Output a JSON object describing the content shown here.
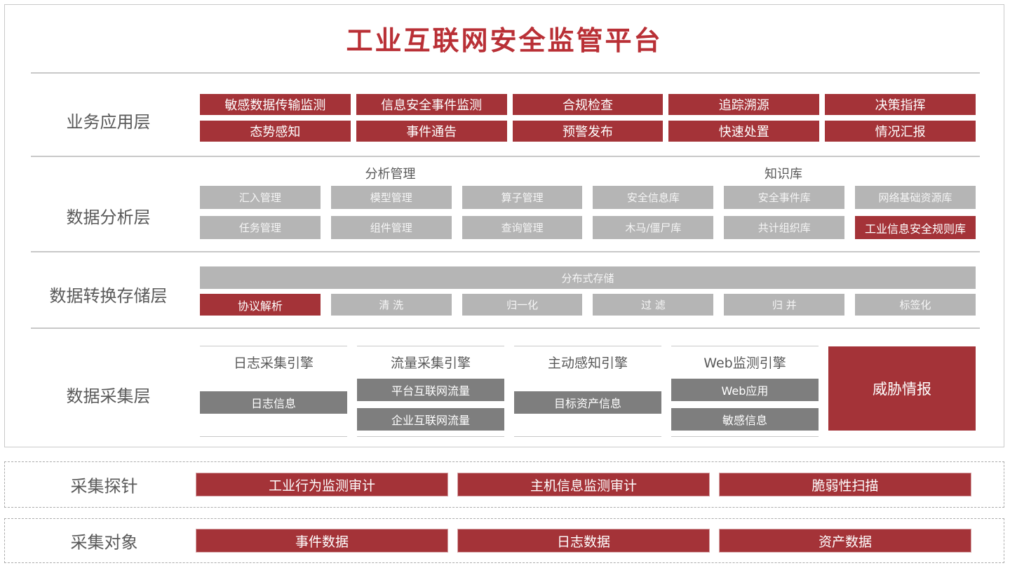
{
  "title": "工业互联网安全监管平台",
  "colors": {
    "accent_red": "#a43338",
    "title_red": "#b93036",
    "light_gray": "#b5b5b5",
    "dark_gray": "#7e7e7e",
    "label_gray": "#595959",
    "divider_gray": "#c8c8c8"
  },
  "app_layer": {
    "label": "业务应用层",
    "row1": [
      "敏感数据传输监测",
      "信息安全事件监测",
      "合规检查",
      "追踪溯源",
      "决策指挥"
    ],
    "row2": [
      "态势感知",
      "事件通告",
      "预警发布",
      "快速处置",
      "情况汇报"
    ]
  },
  "analysis_layer": {
    "label": "数据分析层",
    "group1": "分析管理",
    "group2": "知识库",
    "row1": [
      "汇入管理",
      "模型管理",
      "算子管理",
      "安全信息库",
      "安全事件库",
      "网络基础资源库"
    ],
    "row2": [
      "任务管理",
      "组件管理",
      "查询管理",
      "木马/僵尸库",
      "共计组织库",
      "工业信息安全规则库"
    ]
  },
  "storage_layer": {
    "label": "数据转换存储层",
    "bar": "分布式存储",
    "row": [
      "协议解析",
      "清 洗",
      "归一化",
      "过 滤",
      "归 并",
      "标签化"
    ]
  },
  "collection_layer": {
    "label": "数据采集层",
    "engines": [
      {
        "title": "日志采集引擎",
        "boxes": [
          "日志信息"
        ]
      },
      {
        "title": "流量采集引擎",
        "boxes": [
          "平台互联网流量",
          "企业互联网流量"
        ]
      },
      {
        "title": "主动感知引擎",
        "boxes": [
          "目标资产信息"
        ]
      },
      {
        "title": "Web监测引擎",
        "boxes": [
          "Web应用",
          "敏感信息"
        ]
      }
    ],
    "threat": "威胁情报"
  },
  "probe_section": {
    "label": "采集探针",
    "items": [
      "工业行为监测审计",
      "主机信息监测审计",
      "脆弱性扫描"
    ]
  },
  "object_section": {
    "label": "采集对象",
    "items": [
      "事件数据",
      "日志数据",
      "资产数据"
    ]
  }
}
